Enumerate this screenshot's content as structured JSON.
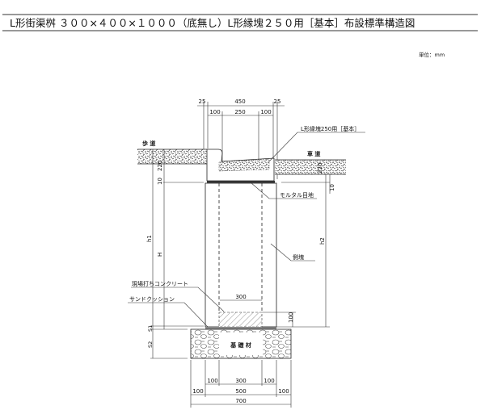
{
  "title": "L形街渠桝 ３００×４００×１０００（底無し）L形縁塊２５０用［基本］布設標準構造図",
  "unit_label": "単位：mm",
  "labels": {
    "sidewalk": "歩 道",
    "roadway": "車 道",
    "curb_block": "L形縁塊250用［基本］",
    "mortar_joint": "モルタル目地",
    "side_block": "側塊",
    "cast_concrete": "現場打ちコンクリート",
    "sand_cushion": "サンドクッション",
    "base_material": "基 礎 材"
  },
  "dimensions": {
    "top_left_25": "25",
    "top_450": "450",
    "top_right_25": "25",
    "top_100_left": "100",
    "top_250": "250",
    "top_100_right": "100",
    "left_220": "220",
    "left_10": "10",
    "right_220": "220",
    "right_10": "10",
    "h1": "h1",
    "H": "H",
    "h2": "h2",
    "inner_300": "300",
    "concrete_100": "100",
    "S1": "S1",
    "S2": "S2",
    "bot_100_left": "100",
    "bot_300": "300",
    "bot_100_right": "100",
    "bot_outer_100_left": "100",
    "bot_500": "500",
    "bot_outer_100_right": "100",
    "bot_700": "700"
  }
}
